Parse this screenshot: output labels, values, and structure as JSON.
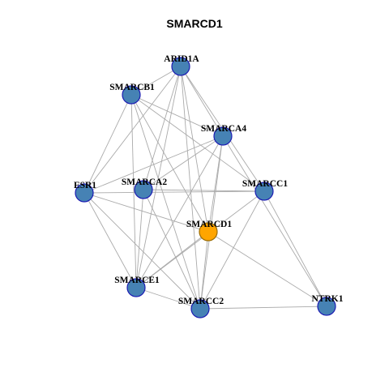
{
  "title": "SMARCD1",
  "colors": {
    "node_fill": "#4682B4",
    "center_fill": "#FFA500",
    "node_stroke": "#1C1CB3",
    "center_stroke": "#9A6B00",
    "edge": "#AAAAAA",
    "label": "#000000"
  },
  "nodes": [
    {
      "id": "ARID1A",
      "label": "ARID1A",
      "center": false
    },
    {
      "id": "SMARCB1",
      "label": "SMARCB1",
      "center": false
    },
    {
      "id": "SMARCA4",
      "label": "SMARCA4",
      "center": false
    },
    {
      "id": "ESR1",
      "label": "ESR1",
      "center": false
    },
    {
      "id": "SMARCA2",
      "label": "SMARCA2",
      "center": false
    },
    {
      "id": "SMARCC1",
      "label": "SMARCC1",
      "center": false
    },
    {
      "id": "SMARCD1",
      "label": "SMARCD1",
      "center": true
    },
    {
      "id": "SMARCE1",
      "label": "SMARCE1",
      "center": false
    },
    {
      "id": "SMARCC2",
      "label": "SMARCC2",
      "center": false
    },
    {
      "id": "NTRK1",
      "label": "NTRK1",
      "center": false
    }
  ],
  "edges": [
    [
      "ARID1A",
      "SMARCB1"
    ],
    [
      "ARID1A",
      "SMARCA4"
    ],
    [
      "ARID1A",
      "ESR1"
    ],
    [
      "ARID1A",
      "SMARCA2"
    ],
    [
      "ARID1A",
      "SMARCC1"
    ],
    [
      "ARID1A",
      "SMARCD1"
    ],
    [
      "ARID1A",
      "SMARCE1"
    ],
    [
      "ARID1A",
      "SMARCC2"
    ],
    [
      "SMARCB1",
      "SMARCA4"
    ],
    [
      "SMARCB1",
      "ESR1"
    ],
    [
      "SMARCB1",
      "SMARCC1"
    ],
    [
      "SMARCB1",
      "SMARCD1"
    ],
    [
      "SMARCB1",
      "SMARCE1"
    ],
    [
      "SMARCB1",
      "SMARCC2"
    ],
    [
      "SMARCA4",
      "ESR1"
    ],
    [
      "SMARCA4",
      "SMARCA2"
    ],
    [
      "SMARCA4",
      "SMARCD1"
    ],
    [
      "SMARCA4",
      "SMARCE1"
    ],
    [
      "SMARCA4",
      "SMARCC2"
    ],
    [
      "SMARCA4",
      "NTRK1"
    ],
    [
      "ESR1",
      "SMARCC1"
    ],
    [
      "ESR1",
      "SMARCD1"
    ],
    [
      "ESR1",
      "SMARCE1"
    ],
    [
      "ESR1",
      "SMARCC2"
    ],
    [
      "SMARCA2",
      "SMARCC1"
    ],
    [
      "SMARCA2",
      "SMARCE1"
    ],
    [
      "SMARCA2",
      "SMARCC2"
    ],
    [
      "SMARCC1",
      "SMARCE1"
    ],
    [
      "SMARCC1",
      "SMARCC2"
    ],
    [
      "SMARCC1",
      "NTRK1"
    ],
    [
      "SMARCD1",
      "SMARCE1"
    ],
    [
      "SMARCD1",
      "SMARCC2"
    ],
    [
      "SMARCD1",
      "NTRK1"
    ],
    [
      "SMARCE1",
      "SMARCC2"
    ],
    [
      "SMARCC2",
      "NTRK1"
    ]
  ]
}
